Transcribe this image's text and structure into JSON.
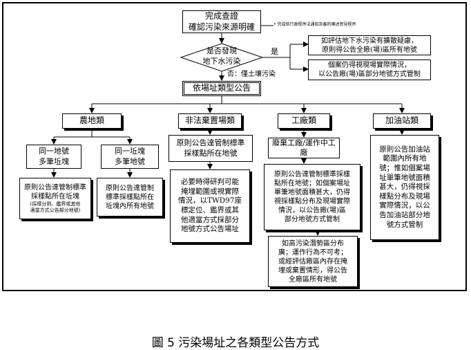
{
  "nodes": {
    "complete_check": "完成查證\n確認污染來源明確",
    "complete_note": "• 完成依行政程序法通知及審的陳述意見程序",
    "decision": "是否發現\n地下水污染",
    "yes_label": "是",
    "no_label": "否：僅土壤污染",
    "gw_assess": "如評估地下水污染有擴散疑慮，\n原則得公告全廠(場)區所有地號",
    "gw_case": "個案仍得視現場實際情況，\n以公告廠(場)區部分地號方式管制",
    "site_type": "依場址類型公告",
    "cat_farm": "農地類",
    "cat_illegal": "非法棄置場類",
    "cat_factory": "工廠類",
    "cat_gas": "加油站類",
    "farm_a": "同一地號\n多筆坵塊",
    "farm_b": "同一坵塊\n多筆地號",
    "farm_a_desc": "原則公告達管制標準\n採樣點所在坵塊",
    "farm_a_sub": "(採樣分割、鑑界或其他\n適當方式公告部分地號)",
    "farm_b_desc": "原則公告達管制\n標準採樣點所在\n坵塊內所有地號",
    "illegal_principle": "原則公告達管制標準\n採樣點所在地號",
    "illegal_desc": "必要時得研判可能\n掩埋範圍或視實際\n情況，以TWD97座\n標定位、鑑界或其\n他適當方式採部分\n地號方式公告場址",
    "factory_sub": "廢棄工廠/運作中工廠",
    "factory_desc": "原則公告達管制標準採樣\n點所在地號；如個案場址\n單筆地號面積甚大，仍得\n視採樣點分布及現場實際\n情況，以公告廠(場)區\n部分地號方式管制",
    "factory_extra": "如高污染潛勢區分布\n廣；運作行為不可考；\n或經評估廠區內存在掩\n埋或棄置情形，得公告\n全廠區所有地號",
    "gas_desc": "原則公告加油站\n範圍內所有地\n號；惟如個案場\n址單筆地號面積\n甚大，仍得視採\n樣點分布及現場\n實際情況，以公\n告加油站部分地\n號方式管制"
  },
  "caption": "圖 5 污染場址之各類型公告方式"
}
